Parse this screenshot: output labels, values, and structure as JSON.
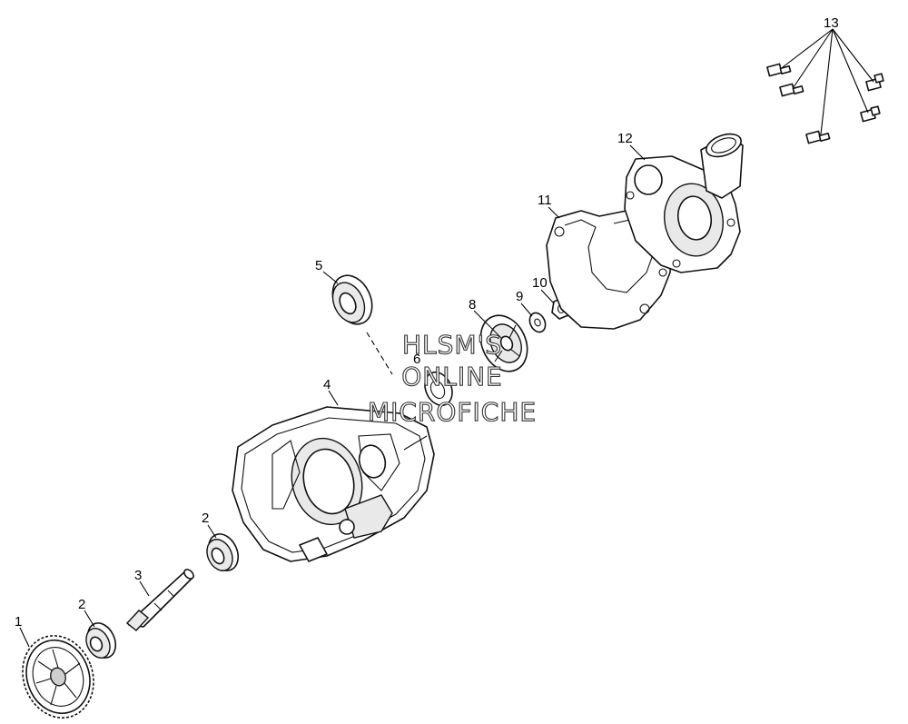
{
  "labels": {
    "p1": "1",
    "p2a": "2",
    "p2b": "2",
    "p3": "3",
    "p4": "4",
    "p5": "5",
    "p6": "6",
    "p8": "8",
    "p9": "9",
    "p10": "10",
    "p11": "11",
    "p12": "12",
    "p13": "13"
  },
  "watermark": {
    "line1": "HLSM'S",
    "line2": "ONLINE",
    "line3": "MICROFICHE"
  }
}
